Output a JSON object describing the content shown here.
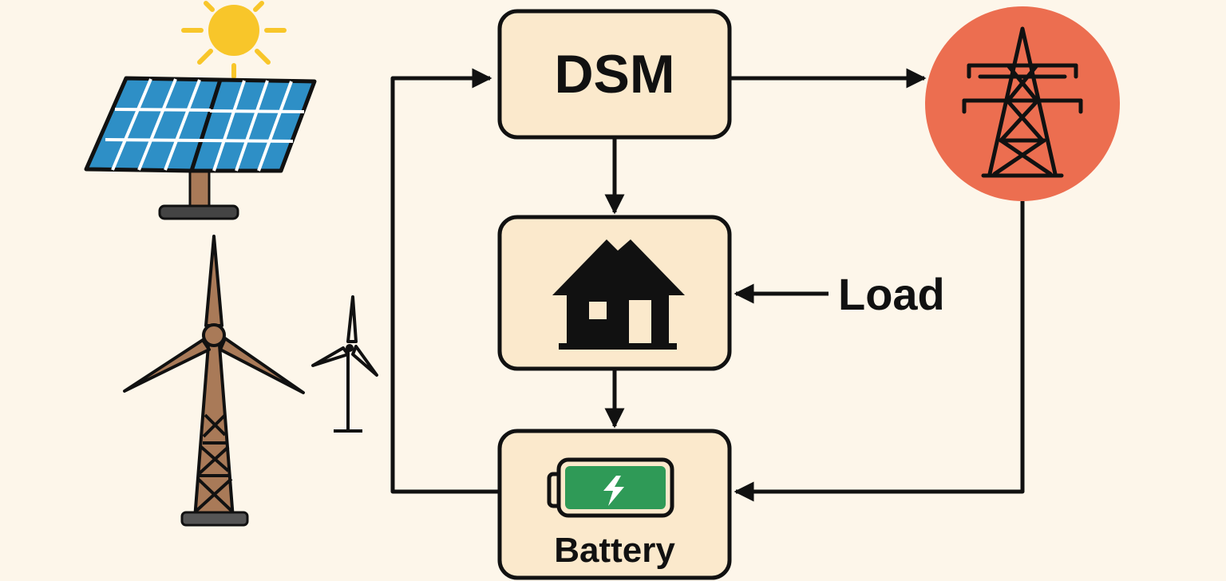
{
  "nodes": {
    "dsm": {
      "label": "DSM"
    },
    "load": {
      "label": "Load"
    },
    "battery": {
      "label": "Battery"
    }
  },
  "colors": {
    "background": "#fdf6ea",
    "box_fill": "#fbe9cc",
    "outline": "#111111",
    "grid_circle": "#ec6e50",
    "solar_cell": "#2e8fc6",
    "sun": "#f8c62a",
    "turbine": "#a97a58",
    "battery_fill": "#2f9a57"
  },
  "icons": [
    "sun-icon",
    "solar-panel-icon",
    "wind-turbine-icon",
    "small-wind-turbine-icon",
    "transmission-tower-icon",
    "house-icon",
    "battery-icon",
    "lightning-icon"
  ]
}
